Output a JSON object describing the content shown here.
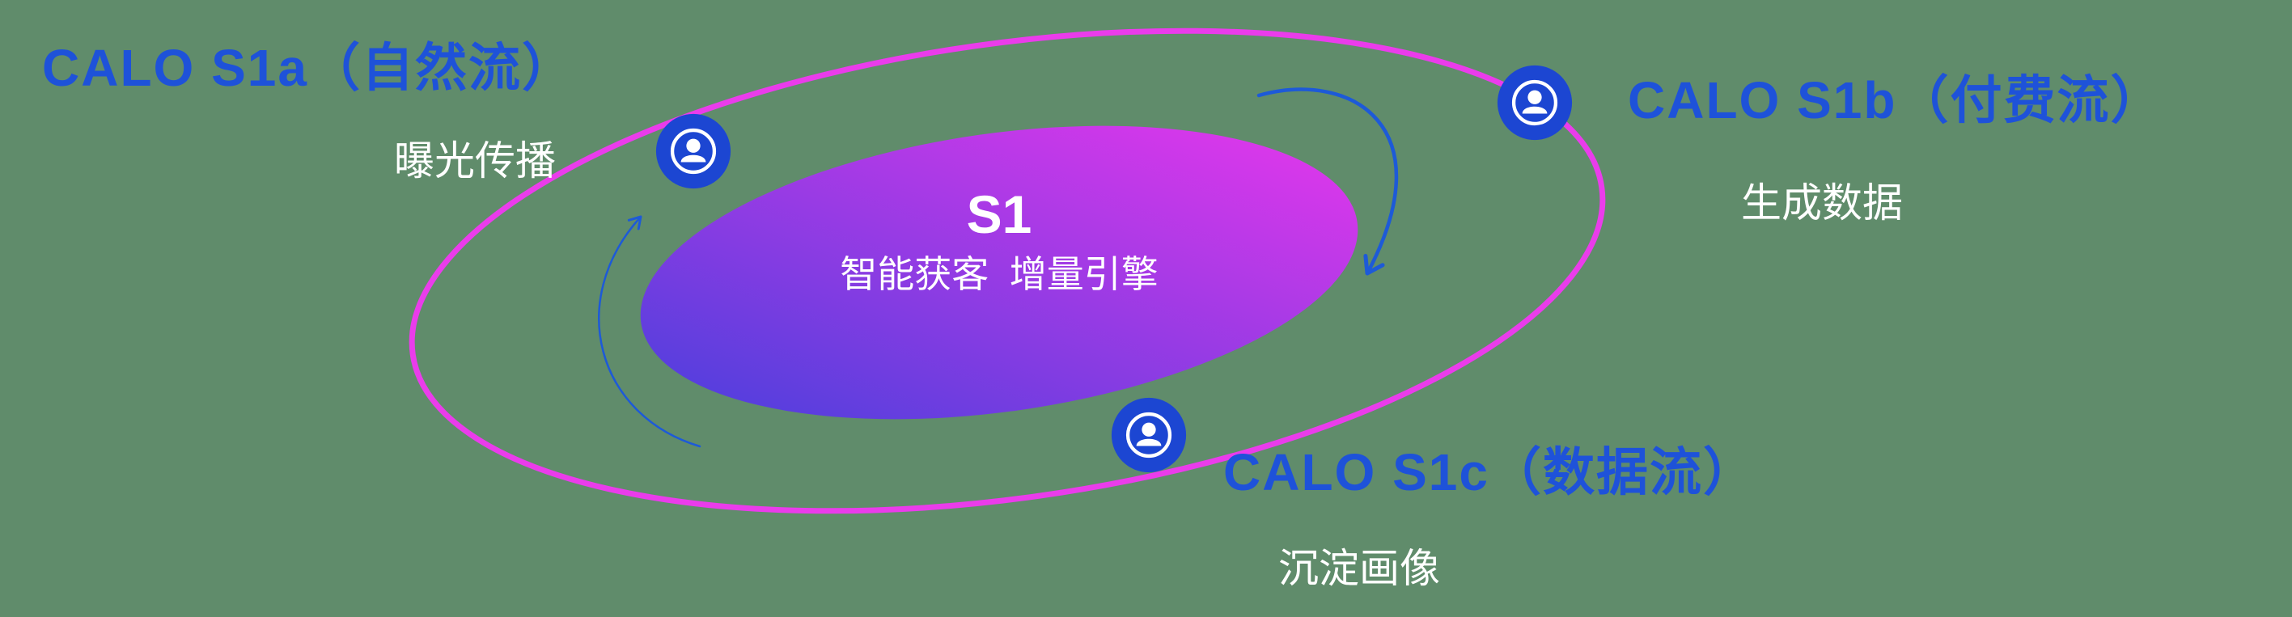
{
  "colors": {
    "background": "#608c6b",
    "label_blue": "#1e52d9",
    "orbit_pink": "#ea3ceb",
    "node_blue": "#1c46d2",
    "node_icon_white": "#ffffff",
    "gradient_blue": "#4a3fdc",
    "gradient_magenta": "#e637ec",
    "arrow_blue": "#1d5ad8",
    "text_white": "#ffffff"
  },
  "center": {
    "title": "S1",
    "subtitle": "智能获客  增量引擎"
  },
  "nodes": [
    {
      "label": "CALO S1a（自然流）",
      "sublabel": "曝光传播",
      "icon": "person-icon"
    },
    {
      "label": "CALO S1b（付费流）",
      "sublabel": "生成数据",
      "icon": "person-icon"
    },
    {
      "label": "CALO S1c（数据流）",
      "sublabel": "沉淀画像",
      "icon": "person-icon"
    }
  ]
}
